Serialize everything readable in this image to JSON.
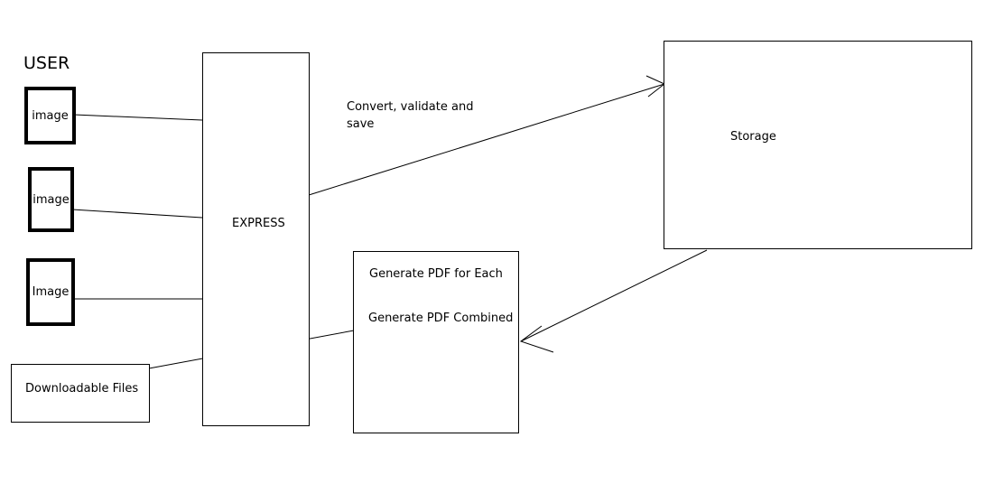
{
  "diagram": {
    "user_label": "USER",
    "image_boxes": [
      {
        "label": "image"
      },
      {
        "label": "image"
      },
      {
        "label": "Image"
      }
    ],
    "express_label": "EXPRESS",
    "arrow_label_line1": "Convert, validate and",
    "arrow_label_line2": "save",
    "storage_label": "Storage",
    "pdf_box": {
      "line1": "Generate PDF for Each",
      "line2": "Generate PDF Combined"
    },
    "downloads_label": "Downloadable Files"
  }
}
